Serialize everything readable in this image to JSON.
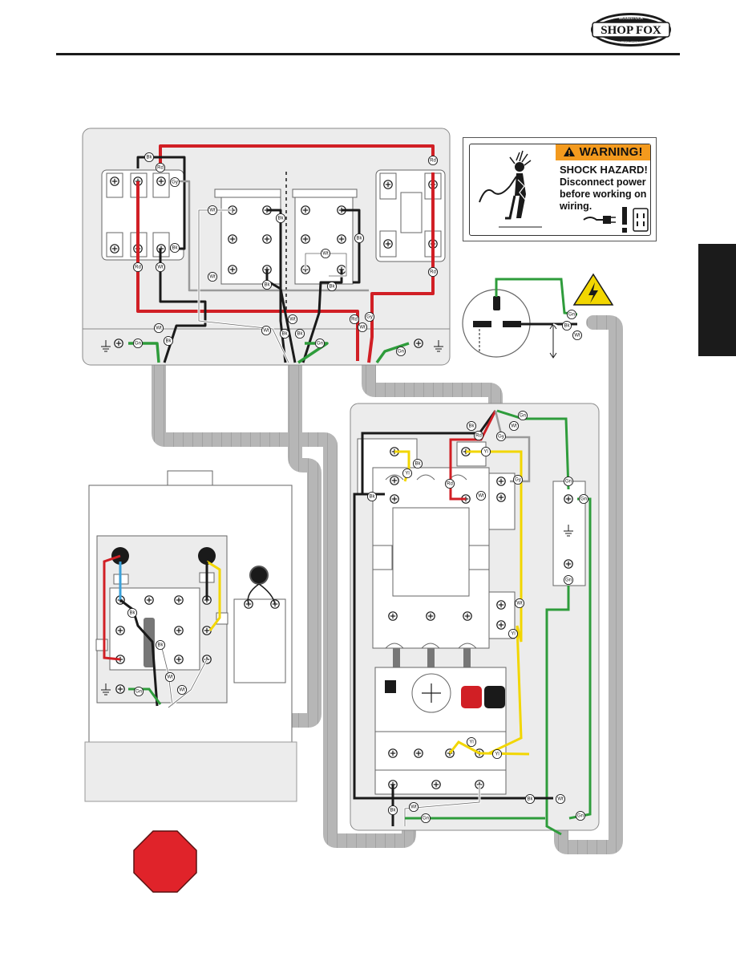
{
  "brand": {
    "logo_text": "SHOP FOX",
    "logo_top_text": "WOODSTOCK",
    "logo_bottom_text": "INTERNATIONAL"
  },
  "warning_label": {
    "heading": "WARNING!",
    "title": "SHOCK HAZARD!",
    "body": "Disconnect power before working on wiring."
  },
  "wire_labels": {
    "black": "Bk",
    "red": "Rd",
    "gray": "Gy",
    "white": "Wt",
    "green": "Gn",
    "yellow": "Yl"
  },
  "colors": {
    "red": "#d11f25",
    "black": "#1a1a1a",
    "green": "#2e9c3b",
    "yellow": "#f2d600",
    "blue": "#3aa0d8",
    "gray": "#9a9a9a",
    "conduit": "#b6b6b6",
    "panel": "#ececec",
    "stop_red": "#e0232a",
    "warning_orange": "#f39a1e"
  },
  "icons": [
    "ground-symbol",
    "terminal-screw",
    "lightning-hazard-icon",
    "stop-octagon",
    "plug-icon",
    "outlet-icon"
  ]
}
